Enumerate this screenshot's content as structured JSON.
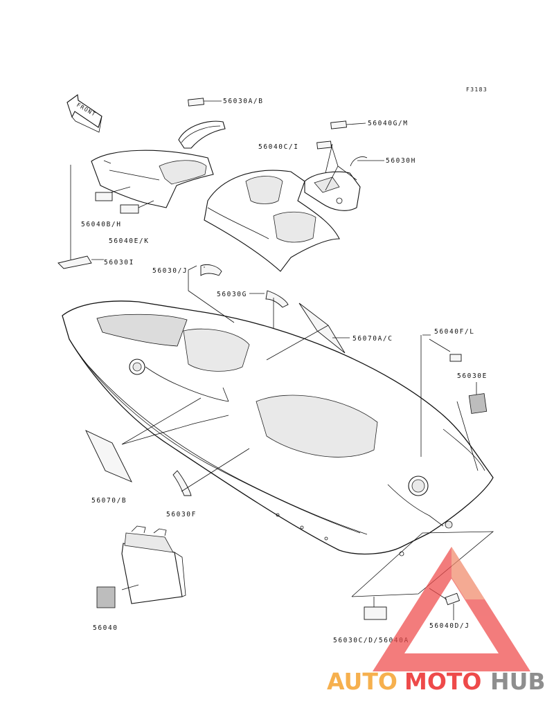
{
  "figure_code": "F3183",
  "front_label": "FRONT",
  "labels": {
    "l1": "56030A/B",
    "l2": "56040G/M",
    "l3": "56040C/I",
    "l4": "56030H",
    "l5": "56040B/H",
    "l6": "56040E/K",
    "l7": "56030I",
    "l8": "56030/J",
    "l9": "56030G",
    "l10": "56070A/C",
    "l11": "56040F/L",
    "l12": "56030E",
    "l13": "56070/B",
    "l14": "56030F",
    "l15": "56040",
    "l16": "56030C/D/56040A",
    "l17": "56040D/J"
  },
  "watermark": {
    "part1": "AUTO",
    "part2": "MOTO",
    "part3": "HUB",
    "color_orange": "#f6b04e",
    "color_red": "#ee4a4a",
    "color_gray": "#8e8e8e"
  }
}
